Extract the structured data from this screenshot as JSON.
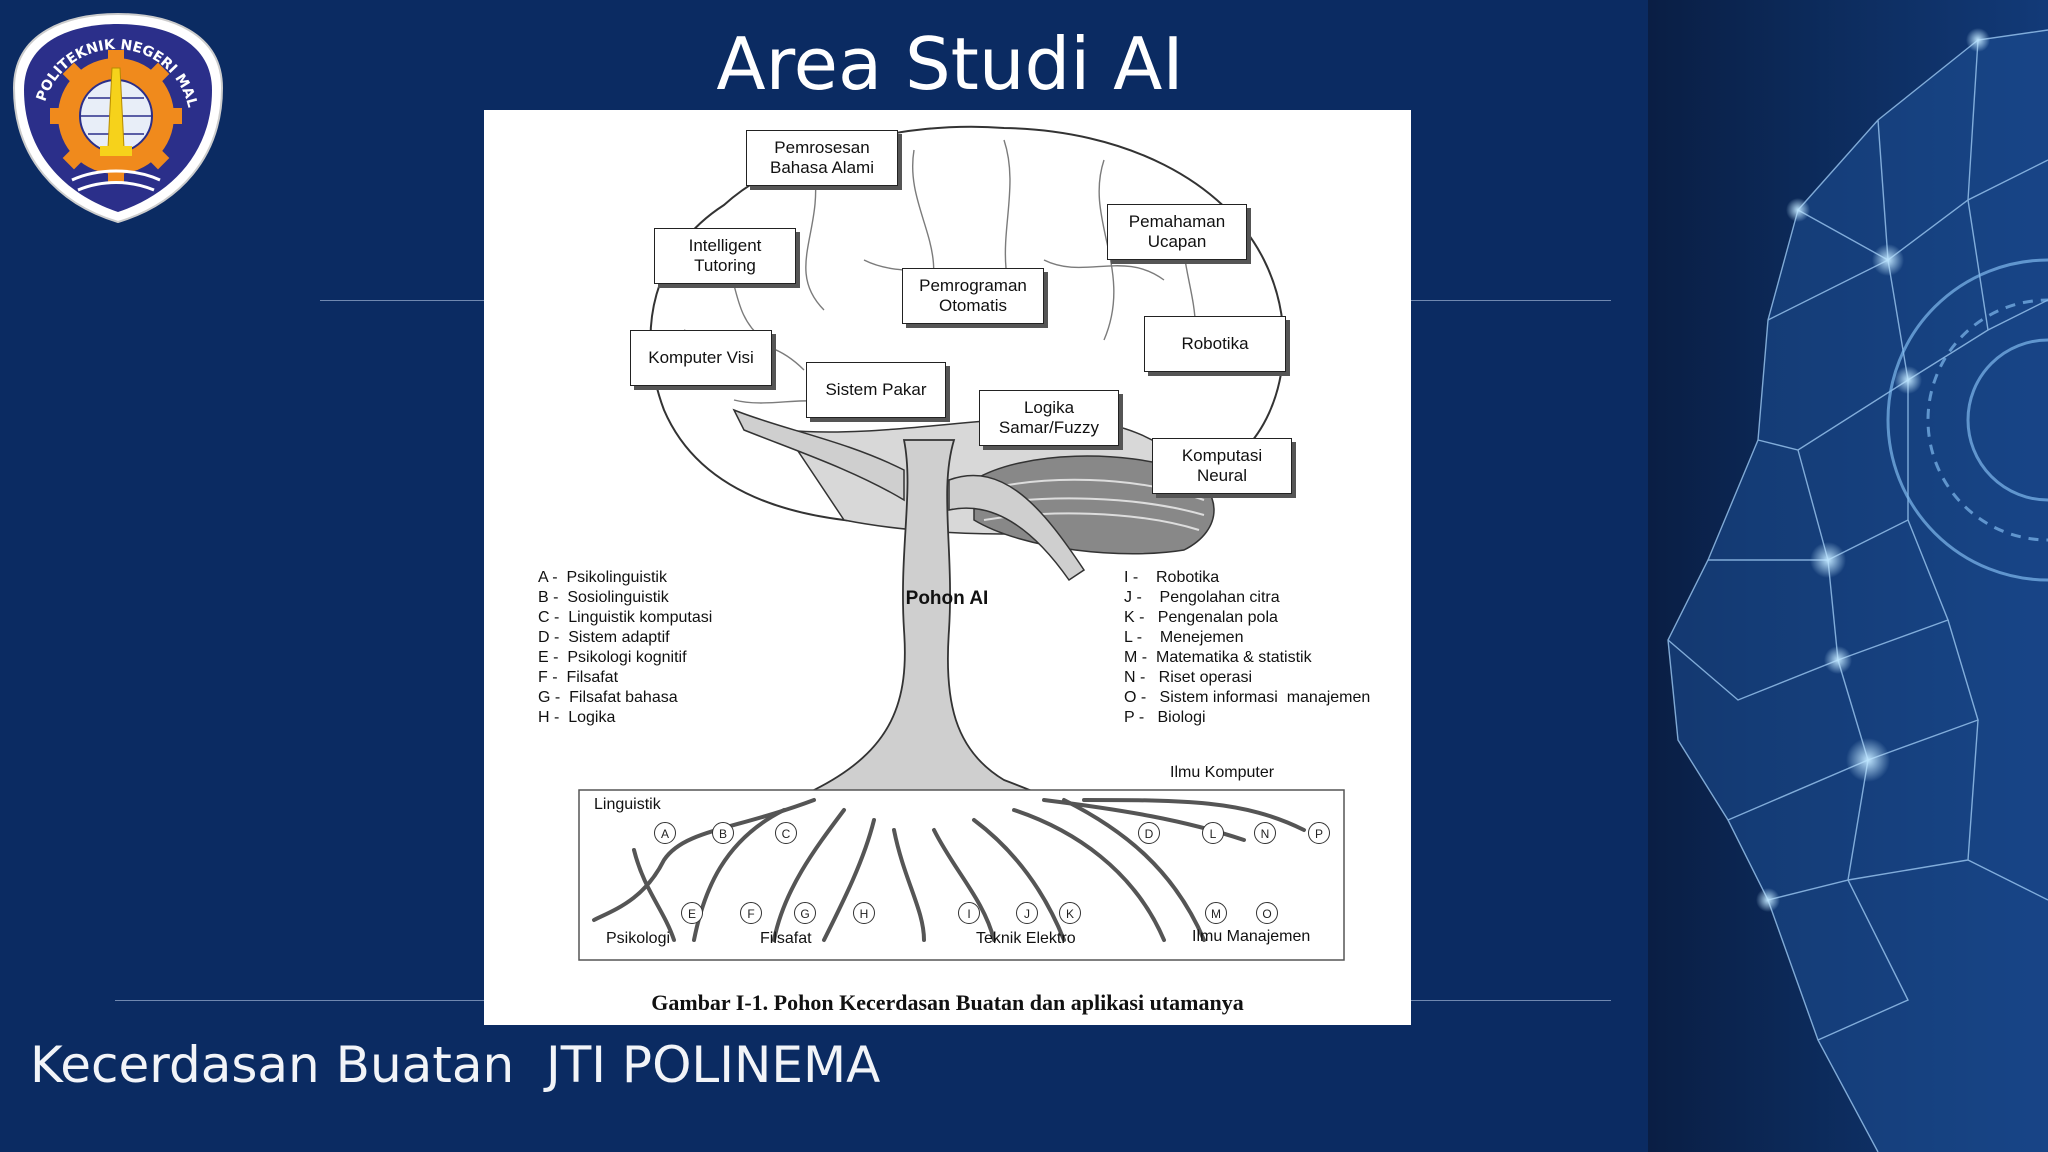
{
  "slide": {
    "title": "Area Studi AI",
    "footer": "Kecerdasan Buatan  JTI POLINEMA",
    "logo_text": "POLITEKNIK NEGERI MALANG",
    "colors": {
      "background": "#0b2b62",
      "accent_orange": "#f08a1c",
      "logo_blue": "#2b2f8a"
    }
  },
  "figure": {
    "boxes": [
      {
        "id": "nlp",
        "text": "Pemrosesan Bahasa Alami"
      },
      {
        "id": "its",
        "text": "Intelligent Tutoring"
      },
      {
        "id": "speech",
        "text": "Pemahaman Ucapan"
      },
      {
        "id": "autoprog",
        "text": "Pemrograman Otomatis"
      },
      {
        "id": "robotics",
        "text": "Robotika"
      },
      {
        "id": "vision",
        "text": "Komputer Visi"
      },
      {
        "id": "expert",
        "text": "Sistem Pakar"
      },
      {
        "id": "fuzzy",
        "text": "Logika Samar/Fuzzy"
      },
      {
        "id": "neural",
        "text": "Komputasi Neural"
      }
    ],
    "trunk_label": "Pohon AI",
    "legend_left": [
      "A -  Psikolinguistik",
      "B -  Sosiolinguistik",
      "C -  Linguistik komputasi",
      "D -  Sistem adaptif",
      "E -  Psikologi kognitif",
      "F -  Filsafat",
      "G -  Filsafat bahasa",
      "H -  Logika"
    ],
    "legend_right": [
      "I -    Robotika",
      "J -    Pengolahan citra",
      "K -   Pengenalan pola",
      "L -    Menejemen",
      "M -  Matematika & statistik",
      "N -   Riset operasi",
      "O -   Sistem informasi  manajemen",
      "P -   Biologi"
    ],
    "root_labels": {
      "linguistik": "Linguistik",
      "ilmu_komputer": "Ilmu Komputer",
      "psikologi": "Psikologi",
      "filsafat": "Filsafat",
      "teknik_elektro": "Teknik Elektro",
      "ilmu_manajemen": "Ilmu Manajemen"
    },
    "root_nodes": [
      "A",
      "B",
      "C",
      "D",
      "L",
      "N",
      "P",
      "E",
      "F",
      "G",
      "H",
      "I",
      "J",
      "K",
      "M",
      "O"
    ],
    "caption": "Gambar I-1. Pohon Kecerdasan Buatan dan aplikasi utamanya"
  }
}
